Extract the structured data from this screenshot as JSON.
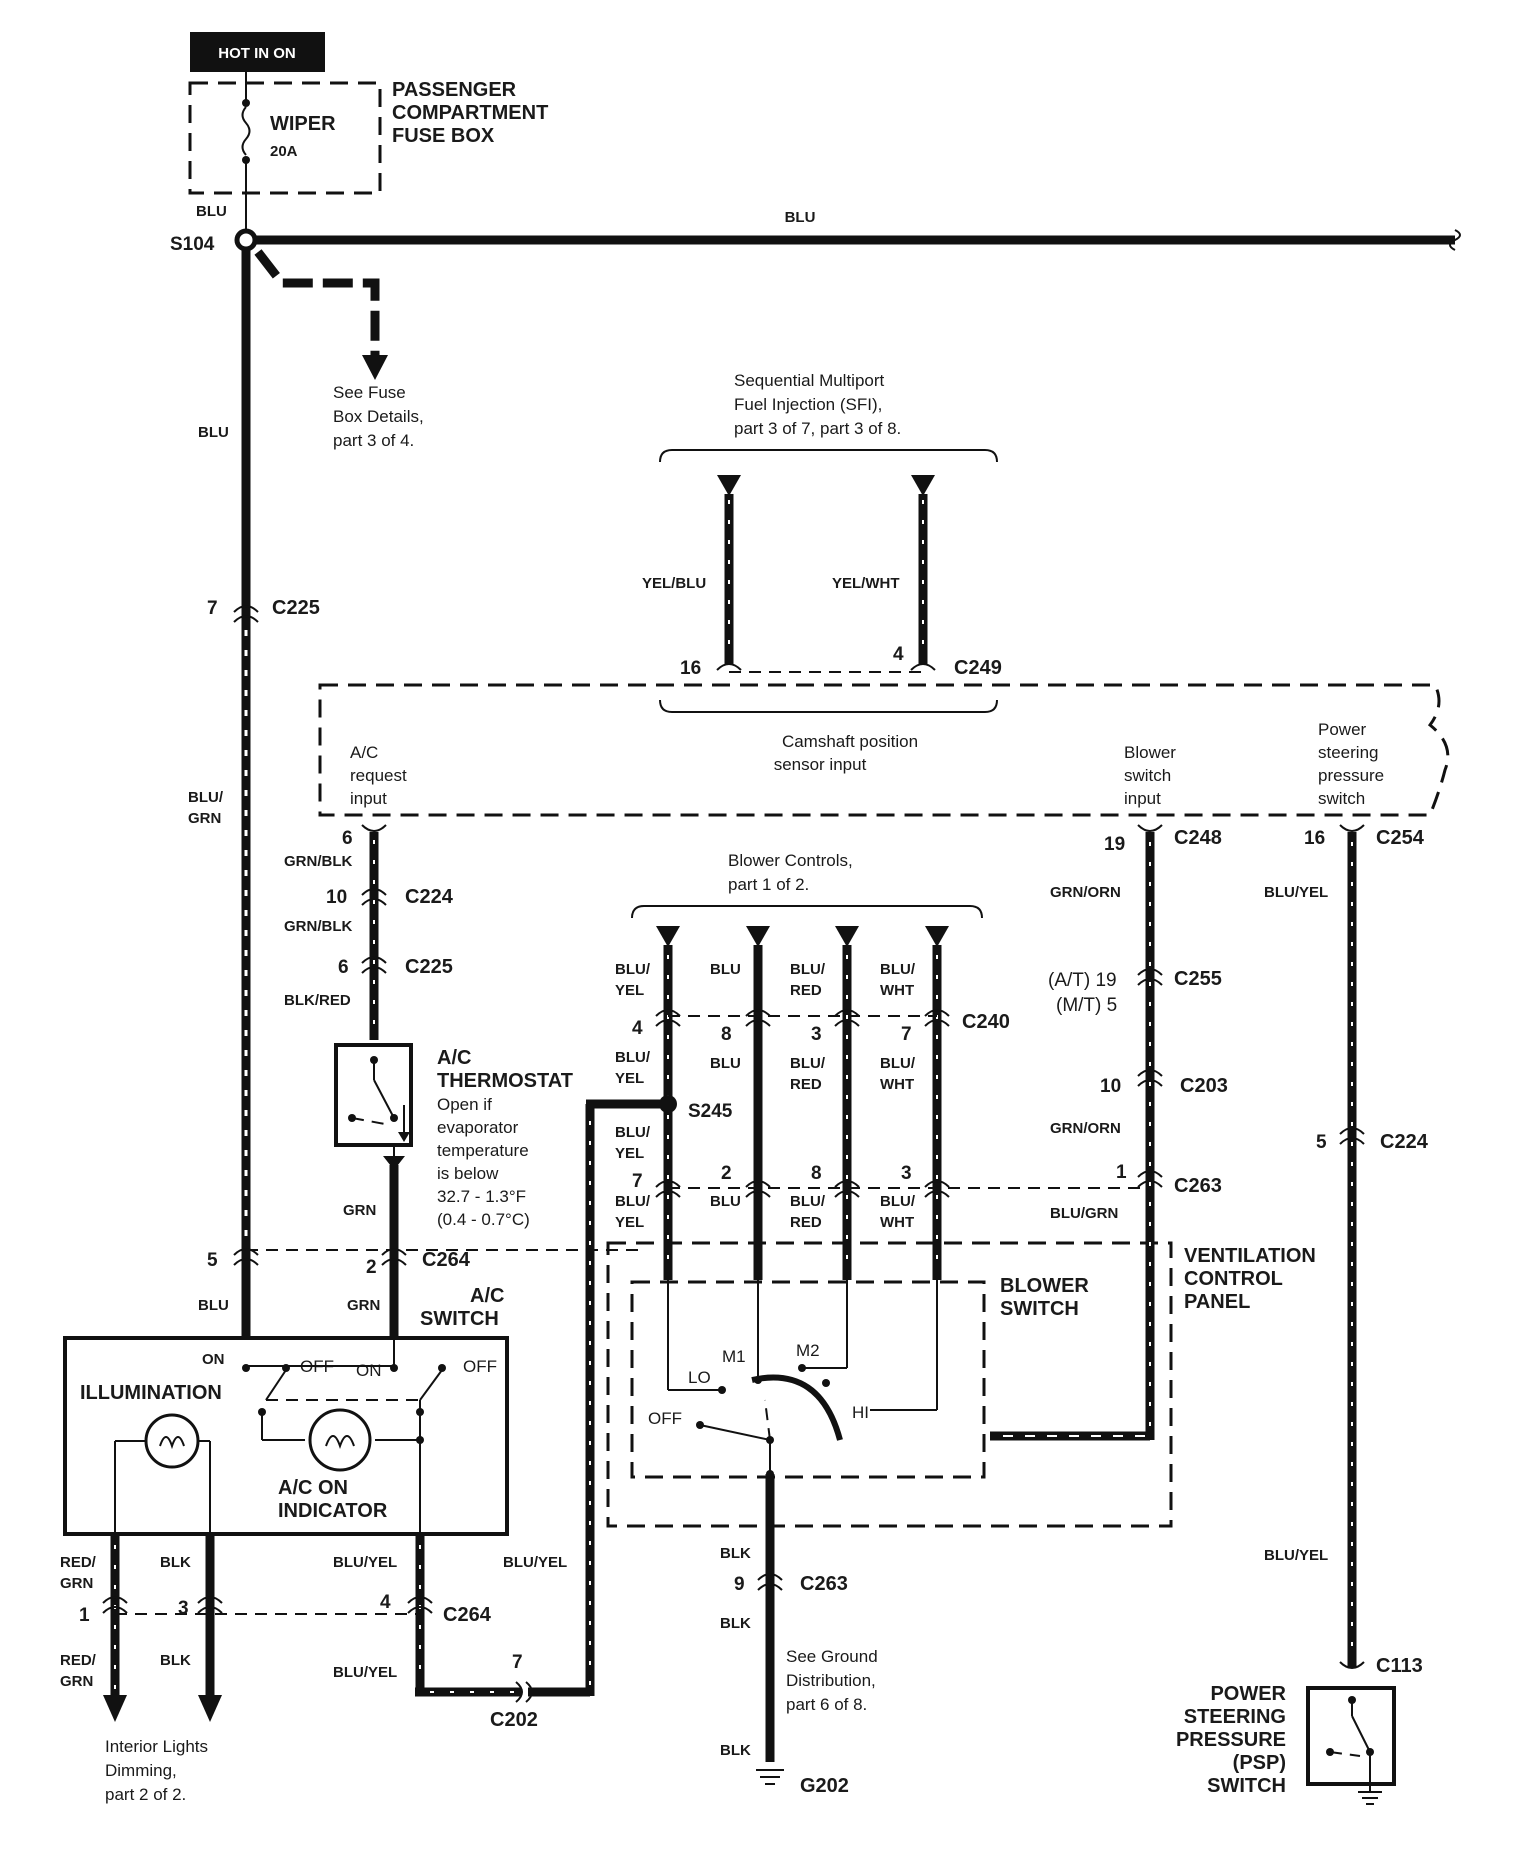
{
  "header": {
    "power_label": "HOT IN ON"
  },
  "fuse_box": {
    "fuse_name": "WIPER",
    "fuse_rating": "20A",
    "title_lines": [
      "PASSENGER",
      "COMPARTMENT",
      "FUSE BOX"
    ]
  },
  "splices": {
    "s104": "S104",
    "s245": "S245"
  },
  "refs": {
    "fuse_details": [
      "See Fuse",
      "Box Details,",
      "part 3 of 4."
    ],
    "sfi": [
      "Sequential Multiport",
      "Fuel Injection (SFI),",
      "part 3 of 7, part 3 of 8."
    ],
    "blower_controls": [
      "Blower Controls,",
      "part 1 of 2."
    ],
    "interior_lights": [
      "Interior Lights",
      "Dimming,",
      "part 2 of 2."
    ],
    "ground": [
      "See Ground",
      "Distribution,",
      "part 6 of 8."
    ]
  },
  "pcm_inputs": {
    "ac_request": [
      "A/C",
      "request",
      "input"
    ],
    "camshaft": [
      "Camshaft position",
      "sensor input"
    ],
    "blower_switch": [
      "Blower",
      "switch",
      "input"
    ],
    "power_steering": [
      "Power",
      "steering",
      "pressure",
      "switch"
    ]
  },
  "wires": {
    "blu_top": "BLU",
    "blu_right": "BLU",
    "blu_mid": "BLU",
    "blu_grn": [
      "BLU/",
      "GRN"
    ],
    "blu_bottom": "BLU",
    "yel_blu": "YEL/BLU",
    "yel_wht": "YEL/WHT",
    "grn_blk_1": "GRN/BLK",
    "grn_blk_2": "GRN/BLK",
    "blk_red": "BLK/RED",
    "grn_1": "GRN",
    "grn_2": "GRN",
    "grn_orn_1": "GRN/ORN",
    "grn_orn_2": "GRN/ORN",
    "blu_grn_2": "BLU/GRN",
    "blu_yel_1": "BLU/YEL",
    "blu_yel_2": "BLU/YEL",
    "blu_yel_3": "BLU/YEL",
    "blu_yel_4": "BLU/YEL",
    "blu_yel_psp": "BLU/YEL",
    "red_grn_1": [
      "RED/",
      "GRN"
    ],
    "red_grn_2": [
      "RED/",
      "GRN"
    ],
    "blk_1": "BLK",
    "blk_2": "BLK",
    "blk_g1": "BLK",
    "blk_g2": "BLK",
    "blk_g3": "BLK",
    "blower_row1": [
      [
        "BLU/",
        "YEL"
      ],
      [
        "BLU"
      ],
      [
        "BLU/",
        "RED"
      ],
      [
        "BLU/",
        "WHT"
      ]
    ],
    "blower_row2": [
      [
        "BLU/",
        "YEL"
      ],
      [
        "BLU"
      ],
      [
        "BLU/",
        "RED"
      ],
      [
        "BLU/",
        "WHT"
      ]
    ],
    "blower_row3": [
      [
        "BLU/",
        "YEL"
      ],
      [
        "BLU"
      ],
      [
        "BLU/",
        "RED"
      ],
      [
        "BLU/",
        "WHT"
      ]
    ],
    "blu_yel_s245": [
      "BLU/",
      "YEL"
    ]
  },
  "connectors": {
    "c225_a": "C225",
    "c225_a_pin": "7",
    "c249": "C249",
    "c249_pin1": "16",
    "c249_pin2": "4",
    "c248": "C248",
    "c248_pin": "19",
    "c254": "C254",
    "c254_pin": "16",
    "c224_a": "C224",
    "c224_a_pin": "10",
    "ac_req_pin": "6",
    "c225_b": "C225",
    "c225_b_pin": "6",
    "c240": "C240",
    "c240_pins": [
      "4",
      "8",
      "3",
      "7"
    ],
    "c255": "C255",
    "c255_pin1": "(A/T) 19",
    "c255_pin2": "(M/T) 5",
    "c203": "C203",
    "c203_pin": "10",
    "c224_b": "C224",
    "c224_b_pin": "5",
    "c263_a": "C263",
    "c263_pin": "1",
    "c263_pins": [
      "7",
      "2",
      "8",
      "3"
    ],
    "c264_a": "C264",
    "c264_a_pin1": "5",
    "c264_a_pin2": "2",
    "c264_b": "C264",
    "c264_b_pins": [
      "1",
      "3",
      "4"
    ],
    "c202": "C202",
    "c202_pin": "7",
    "c263_b": "C263",
    "c263_b_pin": "9",
    "c113": "C113",
    "g202": "G202"
  },
  "components": {
    "ac_thermostat_title": [
      "A/C",
      "THERMOSTAT"
    ],
    "ac_thermostat_desc": [
      "Open if",
      "evaporator",
      "temperature",
      "is below",
      "32.7 - 1.3°F",
      "(0.4 - 0.7°C)"
    ],
    "ac_switch": [
      "A/C",
      "SWITCH"
    ],
    "illumination": "ILLUMINATION",
    "ac_on_indicator": [
      "A/C  ON",
      "INDICATOR"
    ],
    "switch_on_1": "ON",
    "switch_off_1": "OFF",
    "switch_on_2": "ON",
    "switch_off_2": "OFF",
    "ventilation_panel": [
      "VENTILATION",
      "CONTROL",
      "PANEL"
    ],
    "blower_switch": [
      "BLOWER",
      "SWITCH"
    ],
    "blower_positions": {
      "lo": "LO",
      "m1": "M1",
      "m2": "M2",
      "hi": "HI",
      "off": "OFF"
    },
    "psp_switch": [
      "POWER",
      "STEERING",
      "PRESSURE",
      "(PSP)",
      "SWITCH"
    ]
  }
}
